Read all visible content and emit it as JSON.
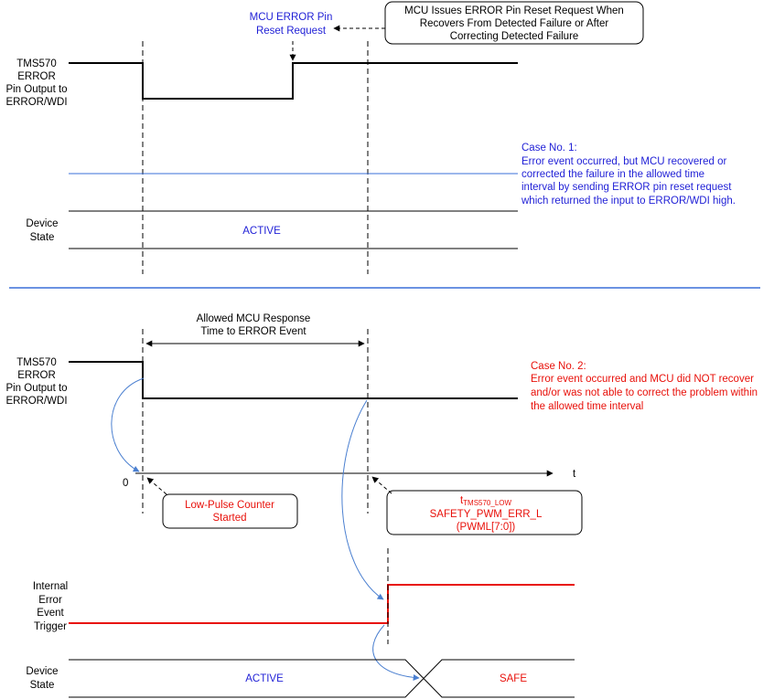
{
  "labels": {
    "mcu_error_pin_reset": [
      "MCU ERROR Pin",
      "Reset Request"
    ],
    "mcu_issues_box": [
      "MCU Issues ERROR Pin Reset Request When",
      "Recovers From Detected Failure or After",
      "Correcting Detected Failure"
    ],
    "signal_label_top": [
      "TMS570",
      "ERROR",
      "Pin Output to",
      "ERROR/WDI"
    ],
    "signal_label_bottom": [
      "TMS570",
      "ERROR",
      "Pin Output to",
      "ERROR/WDI"
    ],
    "device_state_label_top": [
      "Device",
      "State"
    ],
    "device_state_label_bottom": [
      "Device",
      "State"
    ],
    "active_top": "ACTIVE",
    "active_bottom": "ACTIVE",
    "safe": "SAFE",
    "allowed_response": [
      "Allowed MCU Response",
      "Time to ERROR Event"
    ],
    "zero": "0",
    "t_axis": "t",
    "low_pulse_box": [
      "Low-Pulse  Counter",
      "Started"
    ],
    "t_low_main": "t",
    "t_low_sub": "TMS570_LOW",
    "safety_pwm": [
      "SAFETY_PWM_ERR_L",
      "(PWML[7:0])"
    ],
    "internal_error_label": [
      "Internal",
      "Error",
      "Event",
      "Trigger"
    ]
  },
  "case1": {
    "lines": [
      "Case No. 1:",
      "Error event occurred, but MCU recovered or",
      "corrected the failure in the allowed time",
      "interval by sending ERROR pin reset request",
      "which returned the input to ERROR/WDI high."
    ]
  },
  "case2": {
    "lines": [
      "Case No. 2:",
      "Error event occurred and MCU did NOT recover",
      "and/or was not able to correct the problem within",
      "the allowed time interval"
    ]
  },
  "colors": {
    "blue_text": "#1f1fd6",
    "red_text": "#e8100a",
    "divider": "#3a6fd8",
    "curve": "#4a7fd0",
    "trigger_line": "#e8100a"
  }
}
